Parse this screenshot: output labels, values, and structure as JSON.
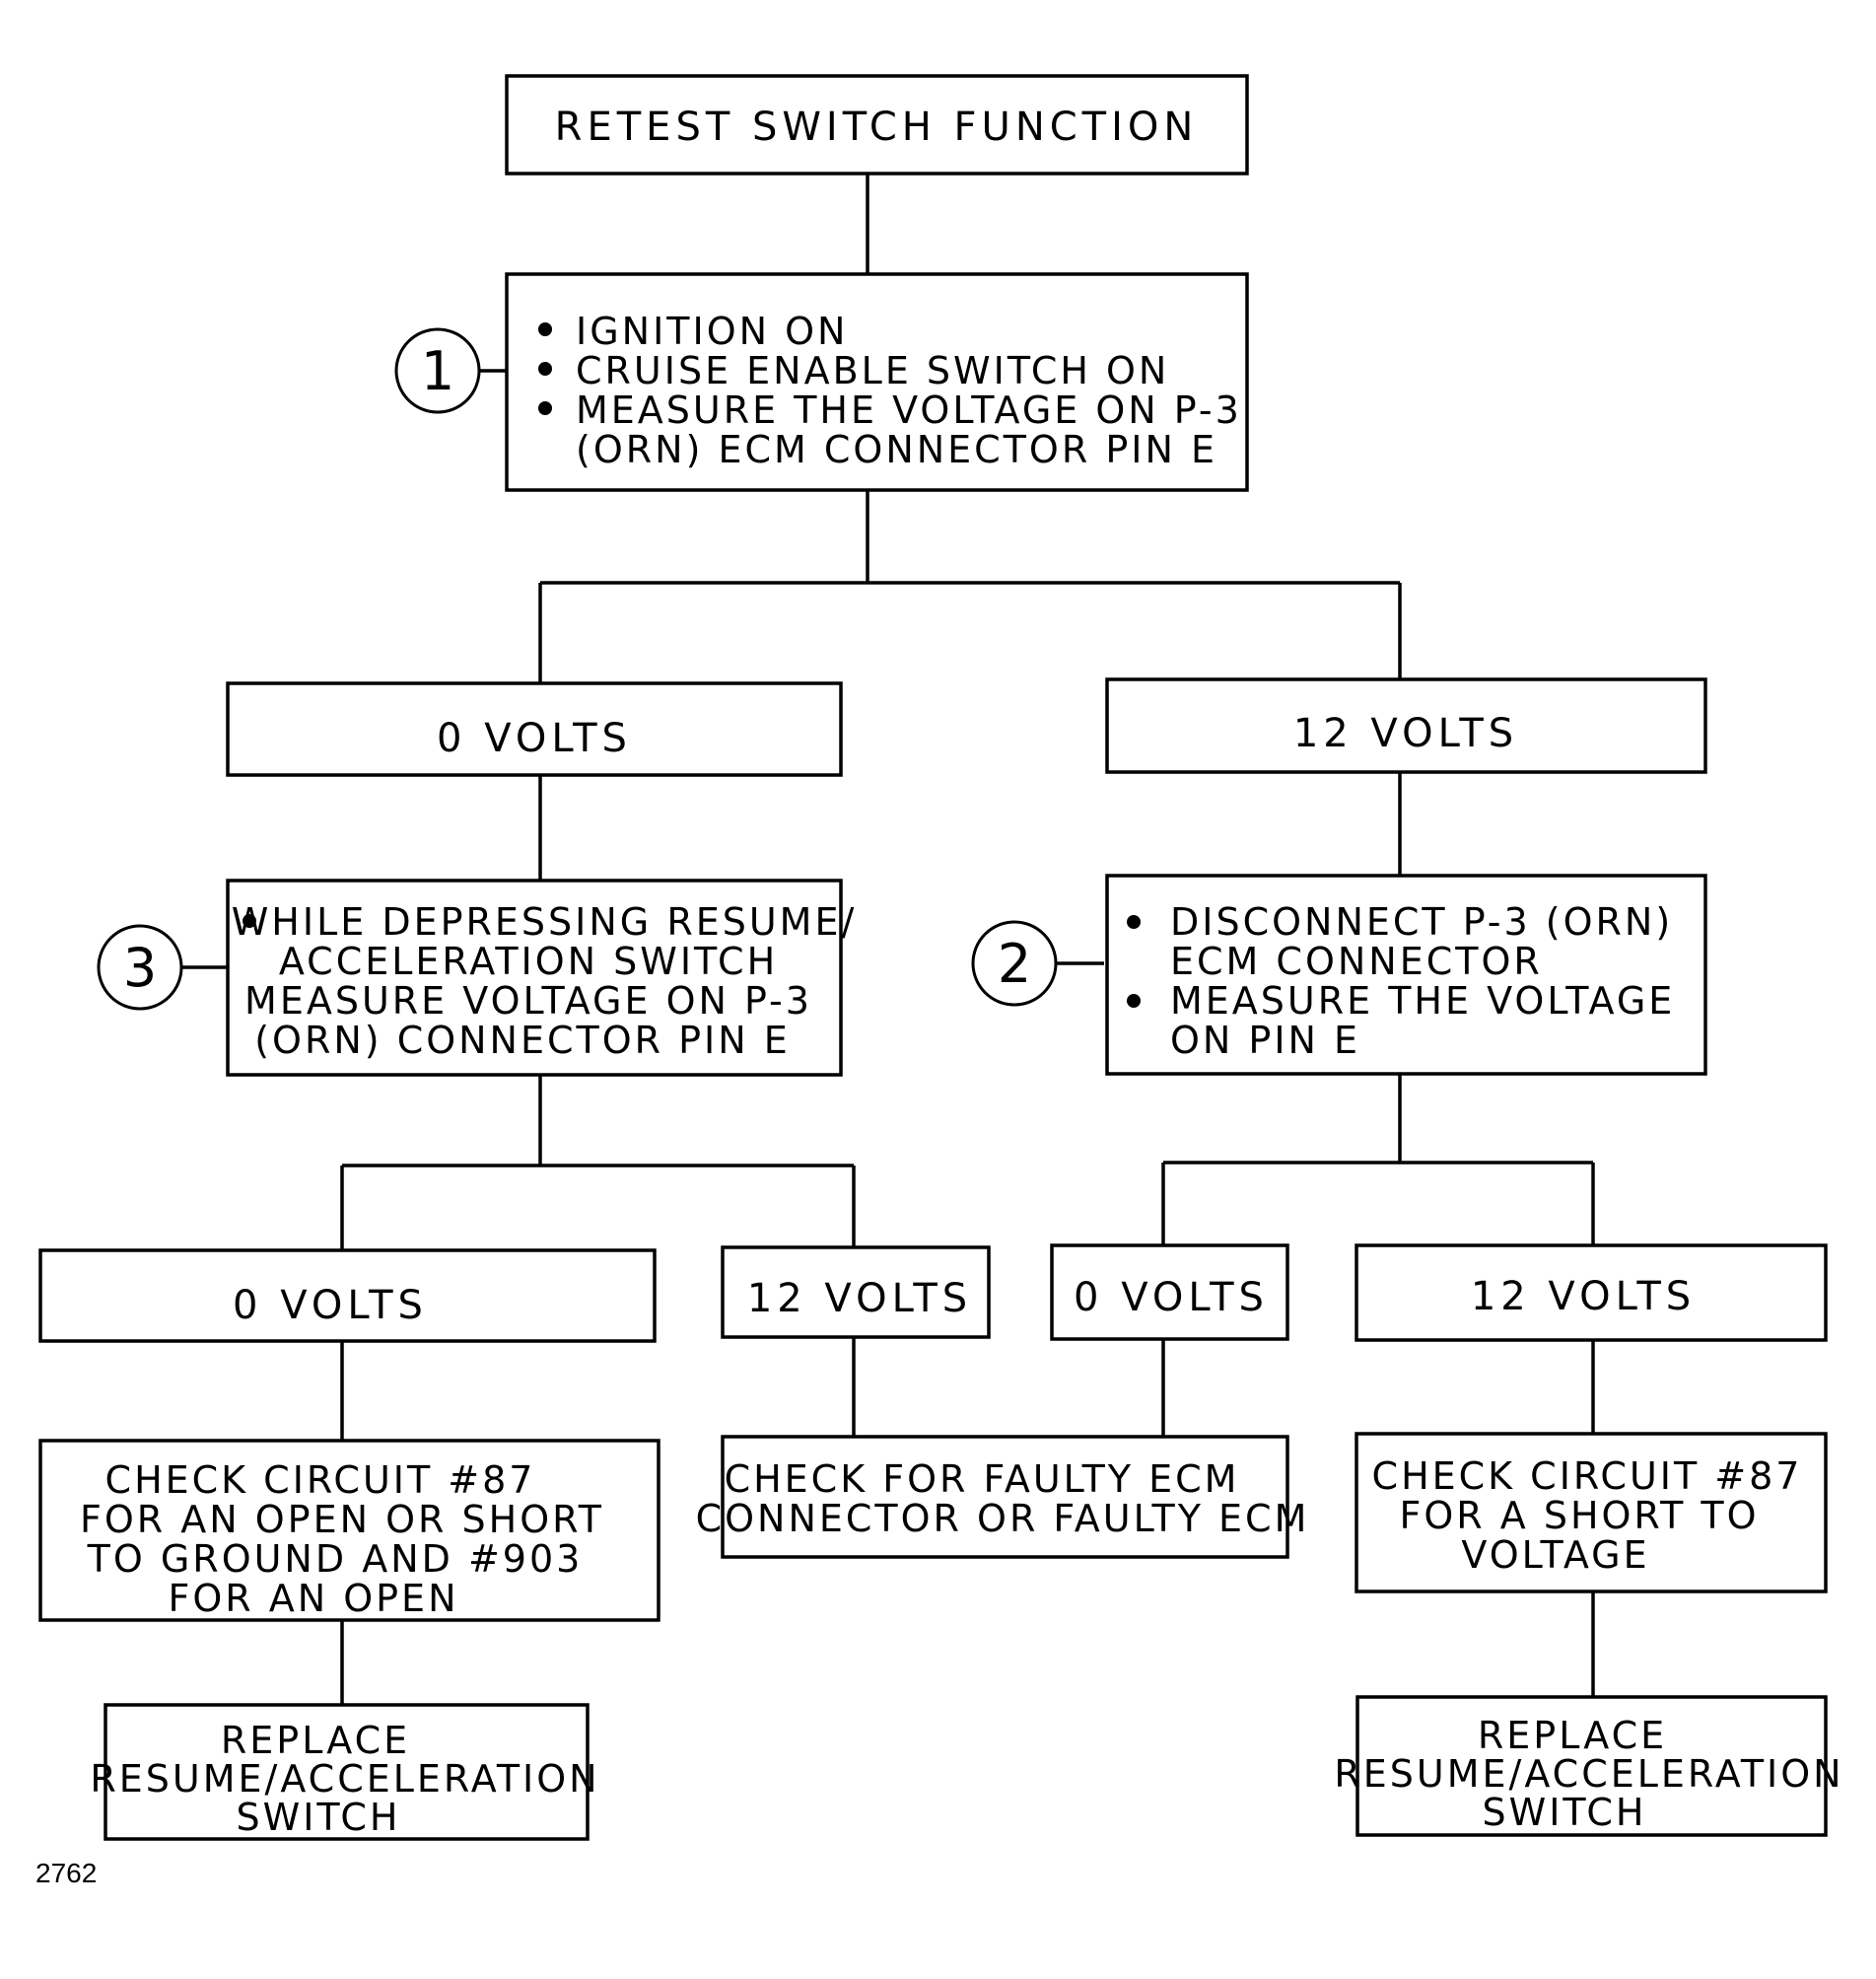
{
  "nodes": {
    "retest": {
      "text": "RETEST SWITCH FUNCTION"
    },
    "step1": {
      "lines": [
        "IGNITION ON",
        "CRUISE ENABLE SWITCH ON",
        "MEASURE THE VOLTAGE ON P-3",
        "(ORN) ECM CONNECTOR PIN E"
      ]
    },
    "left_0v": {
      "text": "0 VOLTS"
    },
    "right_12v": {
      "text": "12 VOLTS"
    },
    "step3": {
      "lines": [
        "WHILE DEPRESSING RESUME/",
        "ACCELERATION SWITCH",
        "MEASURE VOLTAGE ON P-3",
        "(ORN) CONNECTOR PIN E"
      ]
    },
    "step2": {
      "lines": [
        "DISCONNECT P-3 (ORN)",
        "ECM CONNECTOR",
        "MEASURE THE VOLTAGE",
        "ON PIN E"
      ]
    },
    "ll_0v": {
      "text": "0 VOLTS"
    },
    "lr_12v": {
      "text": "12 VOLTS"
    },
    "rl_0v": {
      "text": "0 VOLTS"
    },
    "rr_12v": {
      "text": "12 VOLTS"
    },
    "check87_open": {
      "lines": [
        "CHECK CIRCUIT #87",
        "FOR AN OPEN OR SHORT",
        "TO GROUND AND #903",
        "FOR AN OPEN"
      ]
    },
    "faulty_ecm": {
      "lines": [
        "CHECK FOR FAULTY ECM",
        "CONNECTOR OR FAULTY ECM"
      ]
    },
    "check87_short": {
      "lines": [
        "CHECK CIRCUIT #87",
        "FOR A SHORT TO",
        "VOLTAGE"
      ]
    },
    "replace_left": {
      "lines": [
        "REPLACE",
        "RESUME/ACCELERATION",
        "SWITCH"
      ]
    },
    "replace_right": {
      "lines": [
        "REPLACE",
        "RESUME/ACCELERATION",
        "SWITCH"
      ]
    }
  },
  "callouts": {
    "c1": "1",
    "c2": "2",
    "c3": "3"
  },
  "figure_number": "2762"
}
